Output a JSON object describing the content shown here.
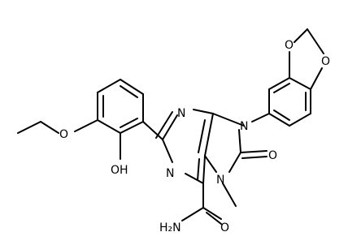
{
  "molecule": {
    "atoms": {
      "o_top_left": "O",
      "o_top_right": "O",
      "n9": "N",
      "n3": "N",
      "n1": "N",
      "n7": "N",
      "o_carbonyl": "O",
      "o_ethoxy": "O",
      "oh": "OH",
      "o_amide": "O",
      "nh2": "H₂N",
      "methyl_label": ""
    },
    "colors": {
      "ink": "#000000",
      "background": "#ffffff"
    }
  }
}
